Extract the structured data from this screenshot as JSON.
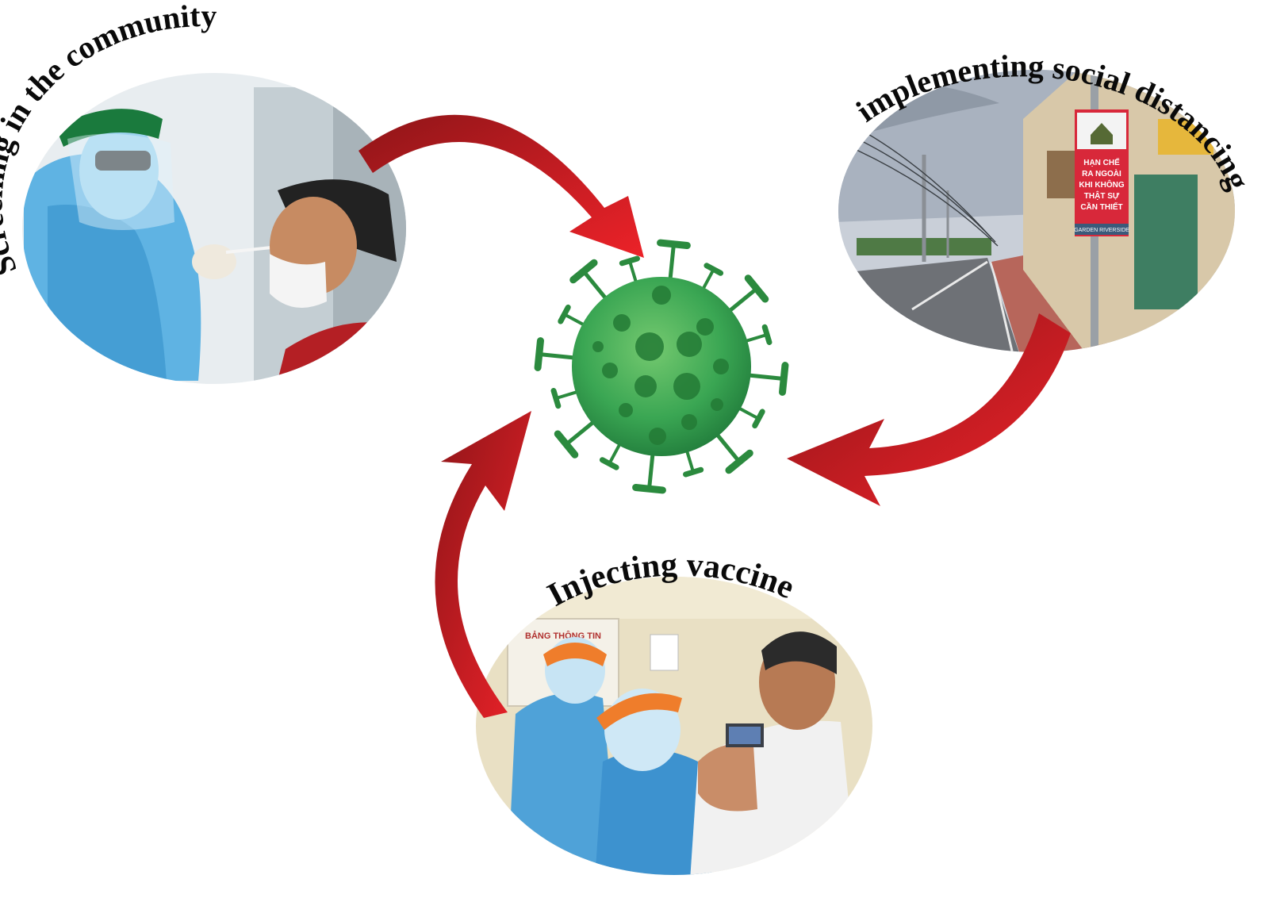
{
  "diagram": {
    "center": {
      "icon": "coronavirus-icon",
      "color": "#2f9e49"
    },
    "nodes": [
      {
        "id": "screening",
        "label": "Screening in the community",
        "photo": "nasal-swab-testing-photo"
      },
      {
        "id": "distancing",
        "label": "implementing social distancing",
        "photo": "empty-street-photo",
        "sign_text": [
          "HẠN CHẾ",
          "RA NGOÀI",
          "KHI KHÔNG",
          "THẬT SỰ",
          "CẦN THIẾT"
        ],
        "sign_caption": "GARDEN RIVERSIDE"
      },
      {
        "id": "vaccine",
        "label": "Injecting vaccine",
        "photo": "vaccination-photo",
        "board_text": "BẢNG THÔNG TIN"
      }
    ],
    "arrow_color": "#d81f26"
  }
}
